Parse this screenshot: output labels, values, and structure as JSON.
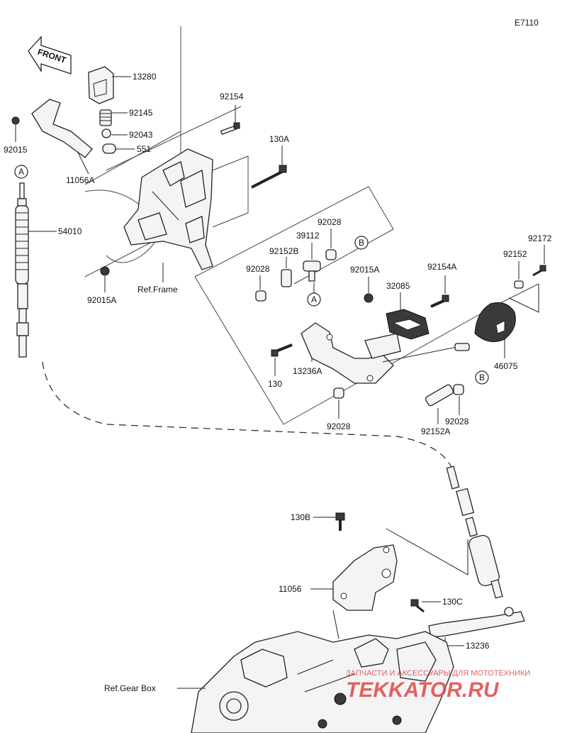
{
  "diagram_code": "E7110",
  "front_label": "FRONT",
  "part_numbers": {
    "p13280": "13280",
    "p92145": "92145",
    "p92043": "92043",
    "p551": "551",
    "p92015": "92015",
    "p11056A": "11056A",
    "p92154": "92154",
    "p130A": "130A",
    "p54010": "54010",
    "p92015A_left": "92015A",
    "p92028_top": "92028",
    "p39112": "39112",
    "p92152B": "92152B",
    "p92028_left": "92028",
    "p92015A_mid": "92015A",
    "p92154A": "92154A",
    "p32085": "32085",
    "p92152": "92152",
    "p92172": "92172",
    "p46075": "46075",
    "p130": "130",
    "p13236A": "13236A",
    "p92028_bottom": "92028",
    "p92028_right": "92028",
    "p92152A": "92152A",
    "p130B": "130B",
    "p11056": "11056",
    "p130C": "130C",
    "p13236": "13236"
  },
  "references": {
    "frame": "Ref.Frame",
    "gear_box": "Ref.Gear Box"
  },
  "callouts": {
    "a1": "A",
    "a2": "A",
    "b1": "B",
    "b2": "B"
  },
  "watermark": {
    "line1": "ЗАПЧАСТИ И АКСЕССУАРЫ ДЛЯ МОТОТЕХНИКИ",
    "line2": "TEKKATOR.RU",
    "color": "#e04848"
  }
}
